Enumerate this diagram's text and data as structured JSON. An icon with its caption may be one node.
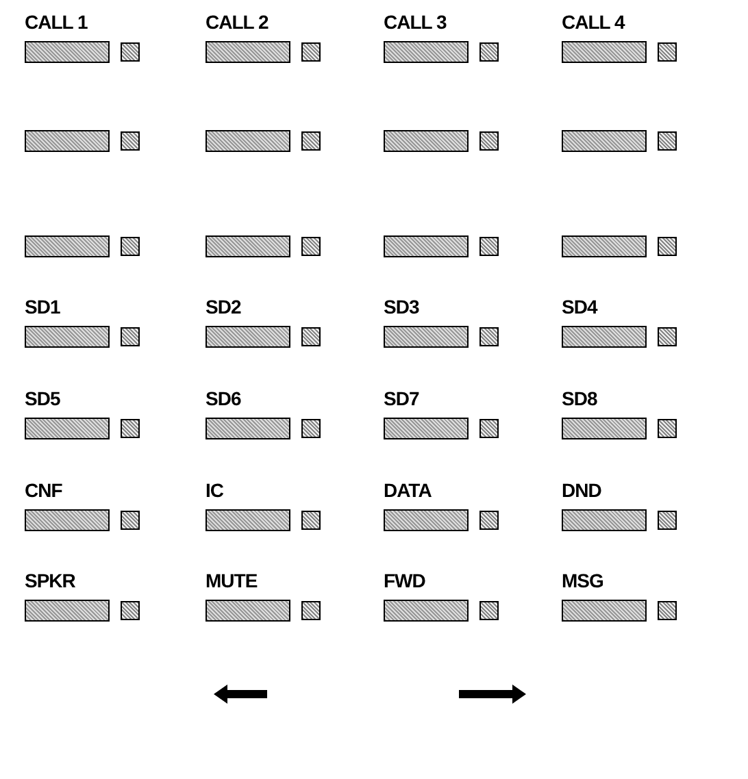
{
  "diagram": {
    "nodes": [
      {
        "text": [
          "CALL 1"
        ]
      },
      {
        "text": [
          "CALL 2"
        ]
      },
      {
        "text": [
          "CALL 3"
        ]
      },
      {
        "text": [
          "CALL 4"
        ]
      },
      {
        "text": [],
        "shape": "bar"
      },
      {
        "text": [],
        "shape": "bar"
      },
      {
        "text": [],
        "shape": "bar"
      },
      {
        "text": [],
        "shape": "bar"
      },
      {
        "text": [],
        "shape": "bar"
      },
      {
        "text": [],
        "shape": "bar"
      },
      {
        "text": [],
        "shape": "bar"
      },
      {
        "text": [],
        "shape": "bar"
      },
      {
        "text": [
          "SD1"
        ]
      },
      {
        "text": [
          "SD2"
        ]
      },
      {
        "text": [
          "SD3"
        ]
      },
      {
        "text": [
          "SD4"
        ]
      },
      {
        "text": [
          "SD5"
        ]
      },
      {
        "text": [
          "SD6"
        ]
      },
      {
        "text": [
          "SD7"
        ]
      },
      {
        "text": [
          "SD8"
        ]
      },
      {
        "text": [
          "CNF"
        ]
      },
      {
        "text": [
          "IC"
        ]
      },
      {
        "text": [
          "DATA"
        ]
      },
      {
        "text": [
          "DND"
        ]
      },
      {
        "text": [
          "SPKR"
        ]
      },
      {
        "text": [
          "MUTE"
        ]
      },
      {
        "text": [
          "FWD"
        ]
      },
      {
        "text": [
          "MSG"
        ]
      }
    ]
  }
}
